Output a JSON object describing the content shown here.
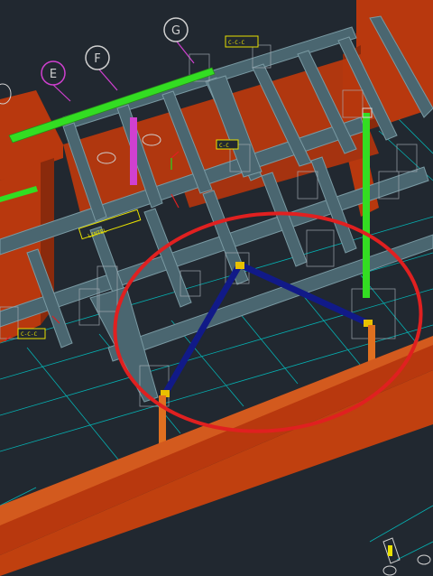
{
  "viewport": {
    "background": "#212830",
    "grid_bubbles": [
      "E",
      "F",
      "G"
    ],
    "colors": {
      "bubble": "#d040d0",
      "beam": "#4a6670",
      "beam_edge": "#7a9aa3",
      "slab": "#b8380e",
      "slab_dark": "#8a2a0c",
      "highlight_column": "#33dd22",
      "brace": "#111a88",
      "selection_circle": "#e02020",
      "grid_lines": "#00c8c8",
      "tag": "#e8e000",
      "post": "#e07020",
      "axis_x": "#e02020",
      "axis_y": "#22dd22"
    },
    "tags": [
      "C-C-C",
      "C-C",
      "LINTEL",
      "C-C-C"
    ]
  }
}
